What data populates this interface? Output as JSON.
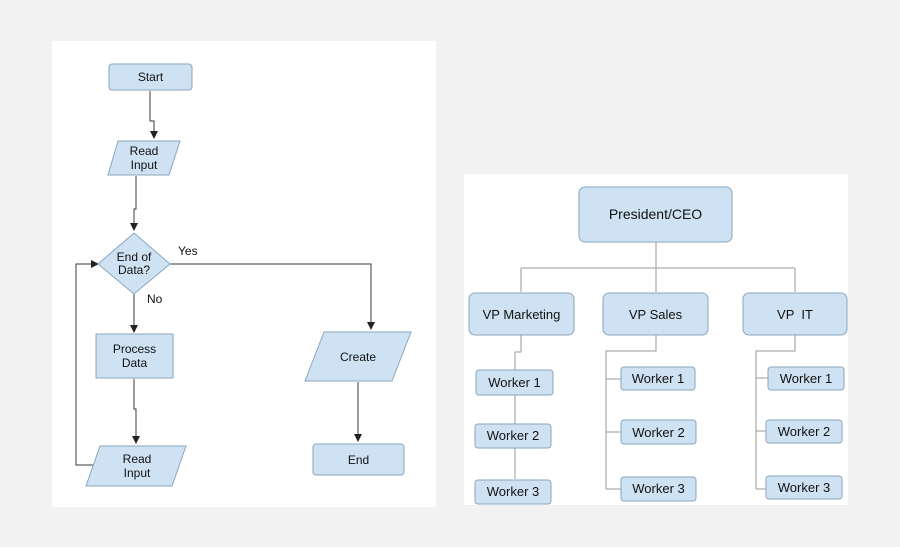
{
  "flowchart": {
    "start": "Start",
    "read_input_1": [
      "Read",
      "Input"
    ],
    "decision": [
      "End of",
      "Data?"
    ],
    "yes_label": "Yes",
    "no_label": "No",
    "process": [
      "Process",
      "Data"
    ],
    "read_input_2": [
      "Read",
      "Input"
    ],
    "create": "Create",
    "end": "End"
  },
  "org_chart": {
    "ceo": "President/CEO",
    "departments": [
      {
        "title": "VP Marketing",
        "workers": [
          "Worker 1",
          "Worker 2",
          "Worker 3"
        ]
      },
      {
        "title": "VP Sales",
        "workers": [
          "Worker 1",
          "Worker 2",
          "Worker 3"
        ]
      },
      {
        "title": "VP  IT",
        "workers": [
          "Worker 1",
          "Worker 2",
          "Worker 3"
        ]
      }
    ]
  }
}
